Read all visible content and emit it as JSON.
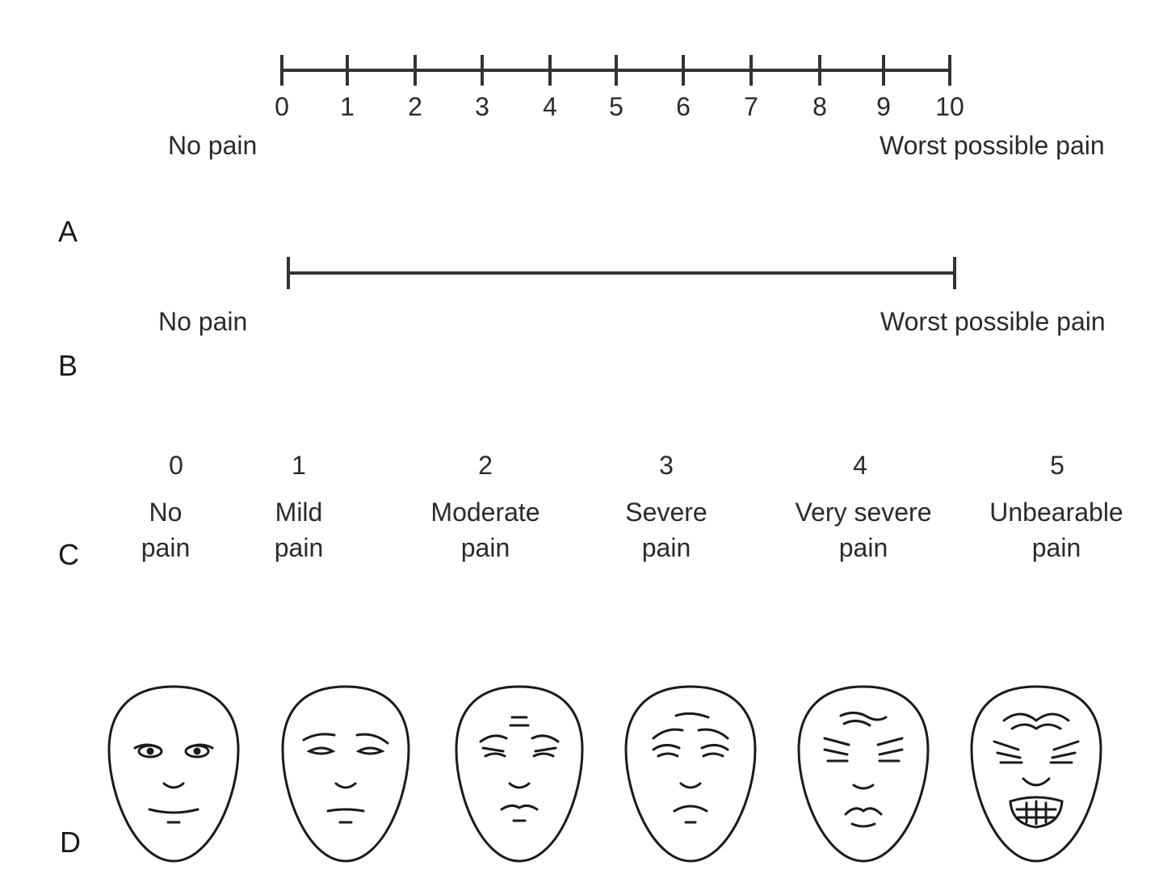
{
  "panels": {
    "a": {
      "label": "A",
      "ticks": [
        "0",
        "1",
        "2",
        "3",
        "4",
        "5",
        "6",
        "7",
        "8",
        "9",
        "10"
      ],
      "left_anchor": "No pain",
      "right_anchor": "Worst possible pain"
    },
    "b": {
      "label": "B",
      "left_anchor": "No pain",
      "right_anchor": "Worst possible pain"
    },
    "c": {
      "label": "C",
      "items": [
        {
          "num": "0",
          "line1": "No",
          "line2": "pain"
        },
        {
          "num": "1",
          "line1": "Mild",
          "line2": "pain"
        },
        {
          "num": "2",
          "line1": "Moderate",
          "line2": "pain"
        },
        {
          "num": "3",
          "line1": "Severe",
          "line2": "pain"
        },
        {
          "num": "4",
          "line1": "Very severe",
          "line2": "pain"
        },
        {
          "num": "5",
          "line1": "Unbearable",
          "line2": "pain"
        }
      ]
    },
    "d": {
      "label": "D",
      "faces": [
        "face-no-pain-icon",
        "face-mild-pain-icon",
        "face-moderate-pain-icon",
        "face-severe-pain-icon",
        "face-very-severe-pain-icon",
        "face-unbearable-pain-icon"
      ]
    }
  }
}
